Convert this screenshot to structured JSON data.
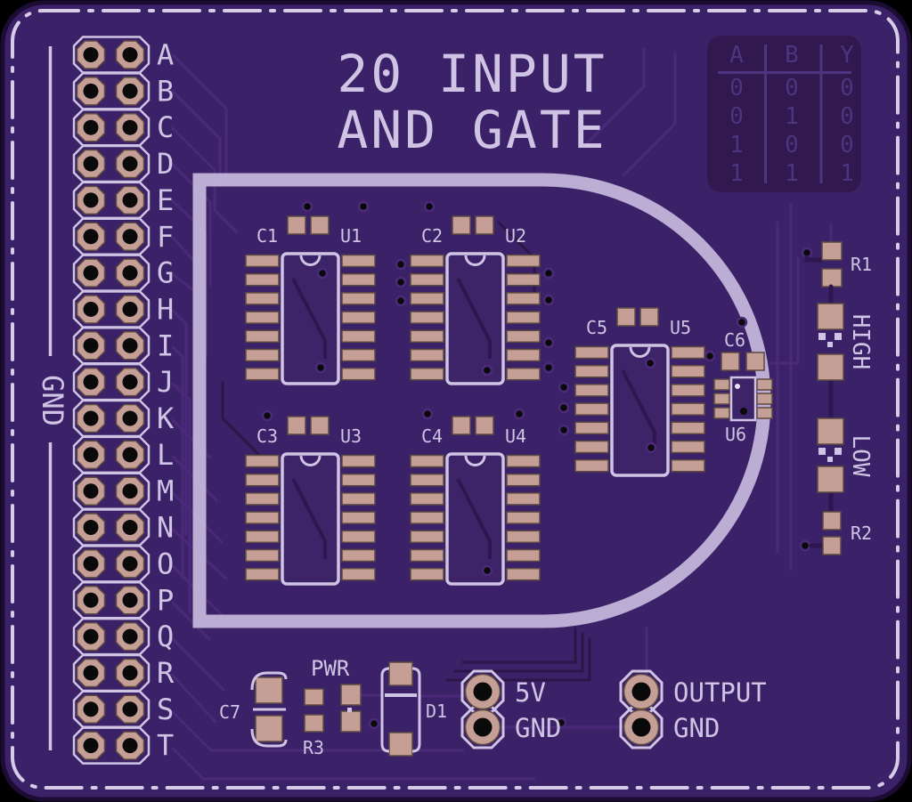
{
  "title": {
    "line1": "20 INPUT",
    "line2": "AND GATE"
  },
  "truth_table": {
    "headers": [
      "A",
      "B",
      "Y"
    ],
    "rows": [
      [
        "0",
        "0",
        "0"
      ],
      [
        "0",
        "1",
        "0"
      ],
      [
        "1",
        "0",
        "0"
      ],
      [
        "1",
        "1",
        "1"
      ]
    ]
  },
  "pin_header": {
    "gnd_label": "GND",
    "pins": [
      "A",
      "B",
      "C",
      "D",
      "E",
      "F",
      "G",
      "H",
      "I",
      "J",
      "K",
      "L",
      "M",
      "N",
      "O",
      "P",
      "Q",
      "R",
      "S",
      "T"
    ]
  },
  "components": {
    "ics": [
      {
        "ref": "U1",
        "cap_ref": "C1"
      },
      {
        "ref": "U2",
        "cap_ref": "C2"
      },
      {
        "ref": "U3",
        "cap_ref": "C3"
      },
      {
        "ref": "U4",
        "cap_ref": "C4"
      },
      {
        "ref": "U5",
        "cap_ref": "C5"
      }
    ],
    "u6": {
      "ref": "U6",
      "cap_ref": "C6"
    },
    "r1": "R1",
    "r2": "R2",
    "r3": "R3",
    "led_high": "HIGH",
    "led_low": "LOW",
    "led_pwr": "PWR",
    "d1": "D1",
    "c7": "C7"
  },
  "connectors": {
    "power": [
      "5V",
      "GND"
    ],
    "output": [
      "OUTPUT",
      "GND"
    ]
  },
  "colors": {
    "board": "#3b2167",
    "silkscreen": "#cfc4e4",
    "copper": "#c59e95",
    "gate_outline": "#c3b5db",
    "trace_light": "#4a2a78",
    "trace_dark": "#2c1549",
    "table_bg": "#31184e",
    "table_fg": "#4d3480",
    "hole": "#0a0a0a"
  }
}
